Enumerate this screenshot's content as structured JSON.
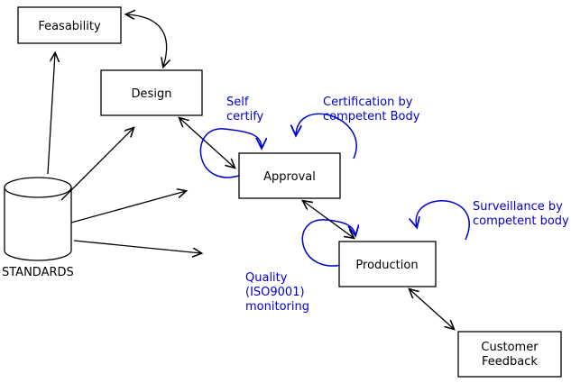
{
  "diagram": {
    "nodes": {
      "feasability": {
        "label": "Feasability"
      },
      "design": {
        "label": "Design"
      },
      "approval": {
        "label": "Approval"
      },
      "production": {
        "label": "Production"
      },
      "customer_feedback": {
        "line1": "Customer",
        "line2": "Feedback"
      },
      "standards": {
        "label": "STANDARDS"
      }
    },
    "annotations": {
      "self_certify": {
        "line1": "Self",
        "line2": "certify"
      },
      "certification": {
        "line1": "Certification by",
        "line2": "competent Body"
      },
      "surveillance": {
        "line1": "Surveillance by",
        "line2": "competent body"
      },
      "quality": {
        "line1": "Quality",
        "line2": "(ISO9001)",
        "line3": "monitoring"
      }
    },
    "colors": {
      "annotation": "#0000cc",
      "line": "#000000",
      "background": "#ffffff"
    }
  }
}
